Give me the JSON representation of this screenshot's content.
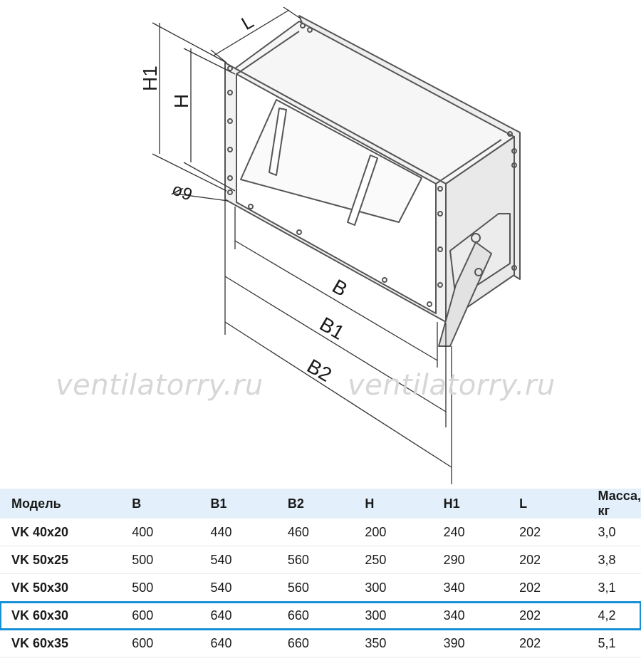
{
  "drawing": {
    "labels": {
      "L": "L",
      "H1": "H1",
      "H": "H",
      "diameter": "ø9",
      "B": "B",
      "B1": "B1",
      "B2": "B2"
    }
  },
  "watermark": "ventilatorry.ru",
  "table": {
    "headers": [
      "Модель",
      "B",
      "B1",
      "B2",
      "H",
      "H1",
      "L",
      "Масса, кг"
    ],
    "highlight_color": "#1790d6",
    "header_bg": "#e3f0fb",
    "rows": [
      [
        "VK 40x20",
        "400",
        "440",
        "460",
        "200",
        "240",
        "202",
        "3,0"
      ],
      [
        "VK 50x25",
        "500",
        "540",
        "560",
        "250",
        "290",
        "202",
        "3,8"
      ],
      [
        "VK 50x30",
        "500",
        "540",
        "560",
        "300",
        "340",
        "202",
        "3,1"
      ],
      [
        "VK 60x30",
        "600",
        "640",
        "660",
        "300",
        "340",
        "202",
        "4,2"
      ],
      [
        "VK 60x35",
        "600",
        "640",
        "660",
        "350",
        "390",
        "202",
        "5,1"
      ]
    ],
    "highlighted_row": "VK 60x30"
  }
}
